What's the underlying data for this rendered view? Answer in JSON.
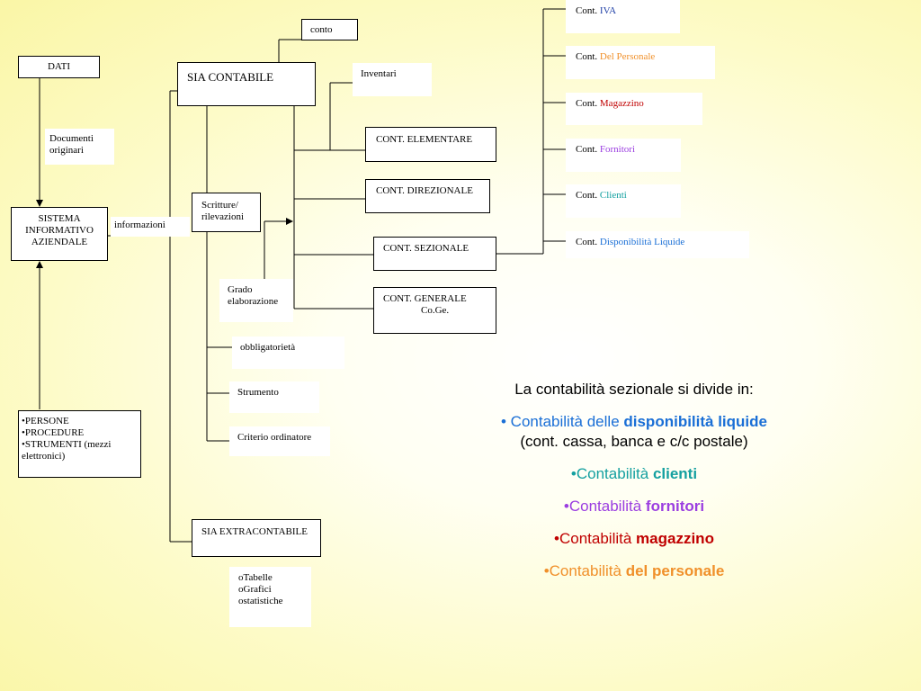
{
  "nodes": {
    "dati": "DATI",
    "documenti": "Documenti originari",
    "sistema": "SISTEMA INFORMATIVO AZIENDALE",
    "informazioni": "informazioni",
    "persone": [
      "•PERSONE",
      "•PROCEDURE",
      "•STRUMENTI (mezzi elettronici)"
    ],
    "sia_contabile": "SIA CONTABILE",
    "conto": "conto",
    "inventari": "Inventari",
    "scritture": "Scritture/ rilevazioni",
    "grado": "Grado elaborazione",
    "obbligatorieta": "obbligatorietà",
    "strumento": "Strumento",
    "criterio": "Criterio ordinatore",
    "sia_extra": "SIA EXTRACONTABILE",
    "extra_items": [
      "oTabelle",
      "oGrafici",
      "ostatistiche"
    ],
    "elementare": "CONT. ELEMENTARE",
    "direzionale": "CONT. DIREZIONALE",
    "sezionale": "CONT. SEZIONALE",
    "generale_1": "CONT. GENERALE",
    "generale_2": "Co.Ge."
  },
  "sub_accounts": {
    "prefix": "Cont.",
    "items": [
      {
        "name": "IVA",
        "color": "#1f3fa6"
      },
      {
        "name": "Del Personale",
        "color": "#f0902a"
      },
      {
        "name": "Magazzino",
        "color": "#c00000"
      },
      {
        "name": "Fornitori",
        "color": "#9b3ee0"
      },
      {
        "name": "Clienti",
        "color": "#14a0a0"
      },
      {
        "name": "Disponibilità Liquide",
        "color": "#1a6fd6"
      }
    ]
  },
  "summary": {
    "intro": "La contabilità sezionale si divide in:",
    "l1_pre": "• Contabilità delle ",
    "l1_bold": "disponibilità liquide",
    "l1_post": "(cont. cassa, banca e c/c postale)",
    "l2_pre": "•Contabilità ",
    "l2_bold": "clienti",
    "l3_pre": "•Contabilità ",
    "l3_bold": "fornitori",
    "l4_pre": "•Contabilità ",
    "l4_bold": "magazzino",
    "l5_pre": "•Contabilità ",
    "l5_bold": "del personale",
    "colors": {
      "liquide": "#1a6fd6",
      "clienti": "#14a0a0",
      "fornitori": "#9b3ee0",
      "magazzino": "#c00000",
      "personale": "#f0902a"
    }
  }
}
